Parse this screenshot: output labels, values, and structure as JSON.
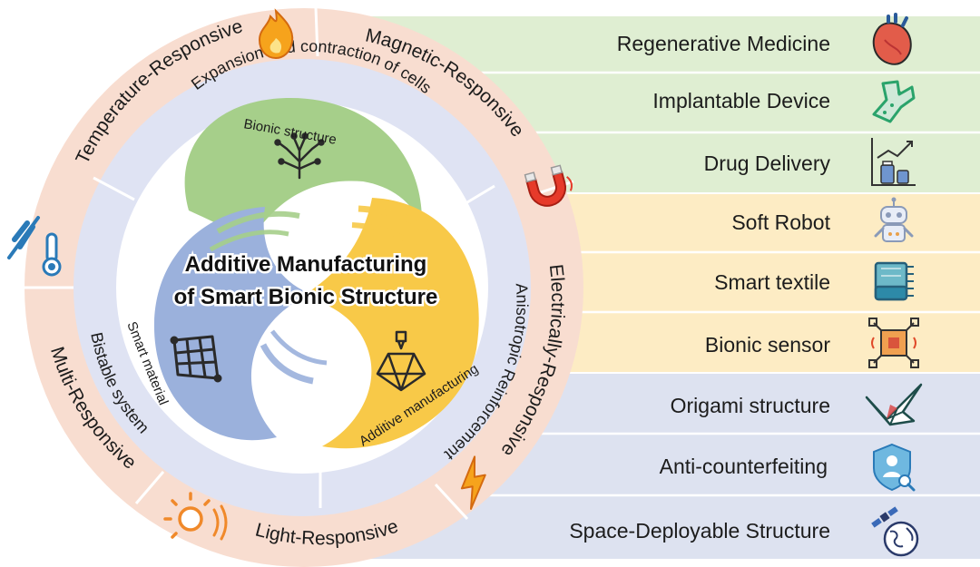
{
  "center": {
    "title_line1": "Additive Manufacturing",
    "title_line2": "of Smart Bionic Structure"
  },
  "petals": {
    "bionic_structure": "Bionic structure",
    "smart_material": "Smart material",
    "additive_manufacturing": "Additive manufacturing"
  },
  "inner_ring": {
    "expansion": "Expansion and contraction of cells",
    "anisotropic": "Anisotropic  Reinforcement",
    "bistable": "Bistable system"
  },
  "outer_ring": {
    "temperature": "Temperature-Responsive",
    "magnetic": "Magnetic-Responsive",
    "electrical": "Electrically-Responsive",
    "light": "Light-Responsive",
    "multi": "Multi-Responsive"
  },
  "applications": [
    {
      "label": "Regenerative Medicine",
      "icon": "heart-icon"
    },
    {
      "label": "Implantable Device",
      "icon": "implant-icon"
    },
    {
      "label": "Drug Delivery",
      "icon": "drug-chart-icon"
    },
    {
      "label": "Soft Robot",
      "icon": "robot-icon"
    },
    {
      "label": "Smart textile",
      "icon": "textile-icon"
    },
    {
      "label": "Bionic sensor",
      "icon": "sensor-icon"
    },
    {
      "label": "Origami structure",
      "icon": "origami-crane-icon"
    },
    {
      "label": "Anti-counterfeiting",
      "icon": "shield-user-icon"
    },
    {
      "label": "Space-Deployable Structure",
      "icon": "satellite-globe-icon"
    }
  ],
  "colors": {
    "green_band": "#dfeed2",
    "yellow_band": "#fdecc4",
    "blue_band": "#dde2f0",
    "outer_ring": "#f8ddd0",
    "inner_ring": "#dfe3f3",
    "petal_green": "#a6cf8a",
    "petal_yellow": "#f8c948",
    "petal_blue": "#9bb1dc"
  }
}
